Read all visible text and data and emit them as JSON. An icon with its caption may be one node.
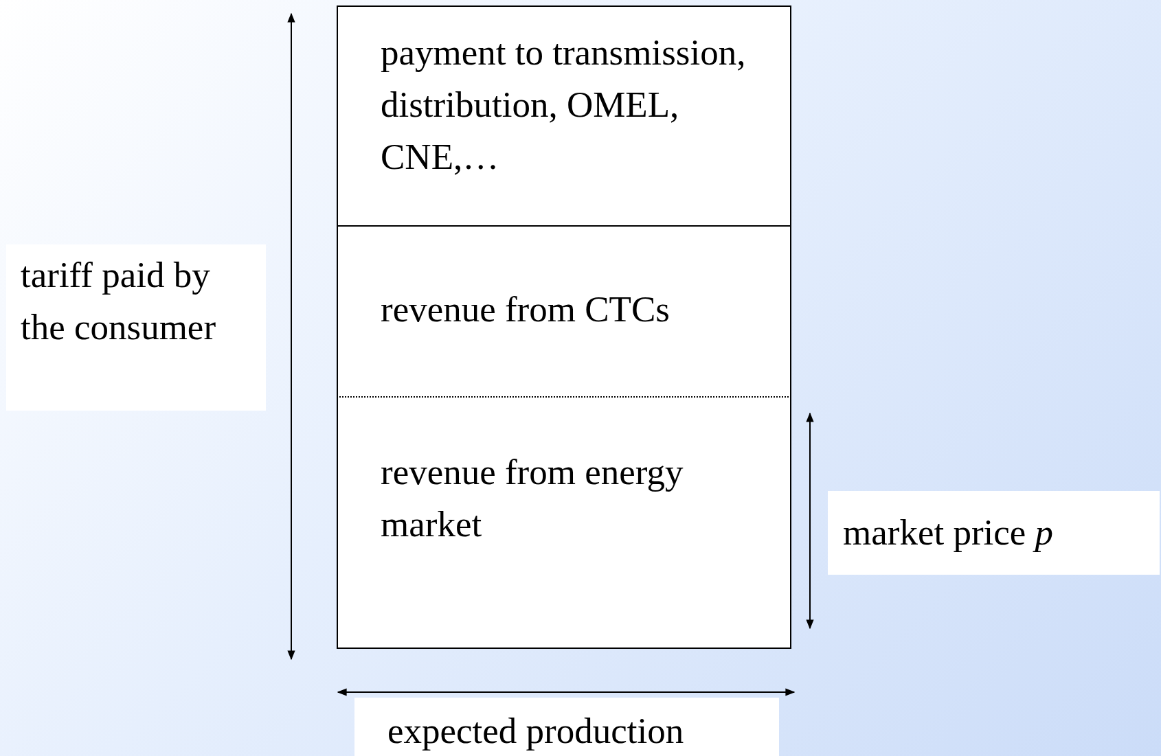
{
  "diagram": {
    "nodes": [
      {
        "text": [
          "payment to transmission, distribution, OMEL, CNE,…"
        ]
      },
      {
        "text": [
          "revenue from CTCs"
        ]
      },
      {
        "text": [
          "revenue from energy market"
        ]
      },
      {
        "text": [
          "tariff paid by the consumer"
        ]
      },
      {
        "text": [
          "market price *p*"
        ]
      },
      {
        "text": [
          "expected production"
        ]
      }
    ],
    "edges": []
  }
}
